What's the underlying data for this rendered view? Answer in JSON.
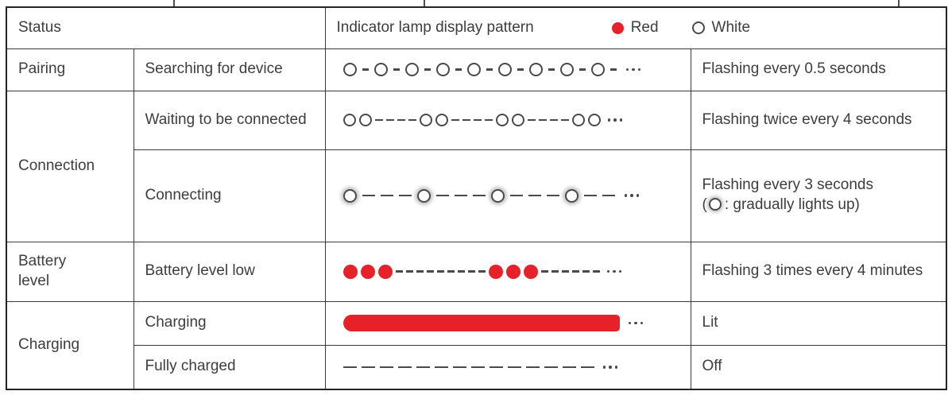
{
  "colors": {
    "red": "#e62129",
    "white": "#ffffff",
    "line": "#4a4a4a"
  },
  "header": {
    "status_label": "Status",
    "pattern_label": "Indicator lamp display pattern",
    "legend": [
      {
        "swatch": "red",
        "label": "Red"
      },
      {
        "swatch": "white",
        "label": "White"
      }
    ]
  },
  "rows": [
    {
      "group": "Pairing",
      "sub": "Searching for device",
      "desc": "Flashing every 0.5 seconds"
    },
    {
      "group": "Connection",
      "sub": "Waiting to be connected",
      "desc": "Flashing twice every 4 seconds"
    },
    {
      "sub": "Connecting",
      "desc_line1": "Flashing every 3 seconds",
      "desc_open": "(",
      "desc_close": ": gradually lights up)"
    },
    {
      "group": "Battery level",
      "sub": "Battery level low",
      "desc": "Flashing 3 times every 4 minutes"
    },
    {
      "group": "Charging",
      "sub": "Charging",
      "desc": "Lit"
    },
    {
      "sub": "Fully charged",
      "desc": "Off"
    }
  ],
  "patterns": {
    "pairing": [
      "dot-white",
      "dash",
      "dot-white",
      "dash",
      "dot-white",
      "dash",
      "dot-white",
      "dash",
      "dot-white",
      "dash",
      "dot-white",
      "dash",
      "dot-white",
      "dash",
      "dot-white",
      "dash",
      "dot-white",
      "dash",
      "ellipsis"
    ],
    "waiting": [
      "dot-white",
      "dot-white",
      "dash",
      "dash",
      "dash",
      "dash",
      "dot-white",
      "dot-white",
      "dash",
      "dash",
      "dash",
      "dash",
      "dot-white",
      "dot-white",
      "dash",
      "dash",
      "dash",
      "dash",
      "dot-white",
      "dot-white",
      "ellipsis"
    ],
    "connecting": [
      "dot-glow",
      "dash-long",
      "dash-long",
      "dash-long",
      "dot-glow",
      "dash-long",
      "dash-long",
      "dash-long",
      "dot-glow",
      "dash-long",
      "dash-long",
      "dash-long",
      "dot-glow",
      "dash-long",
      "dash-long",
      "ellipsis"
    ],
    "battery": [
      "dot-red",
      "dot-red",
      "dot-red",
      "dash",
      "dash",
      "dash",
      "dash",
      "dash",
      "dash",
      "dash",
      "dash",
      "dash",
      "dot-red",
      "dot-red",
      "dot-red",
      "dash",
      "dash",
      "dash",
      "dash",
      "dash",
      "dash",
      "ellipsis"
    ],
    "charging": [
      "bar",
      "ellipsis"
    ],
    "full": [
      "dash-long",
      "dash-long",
      "dash-long",
      "dash-long",
      "dash-long",
      "dash-long",
      "dash-long",
      "dash-long",
      "dash-long",
      "dash-long",
      "dash-long",
      "dash-long",
      "dash-long",
      "dash-long",
      "ellipsis"
    ]
  }
}
